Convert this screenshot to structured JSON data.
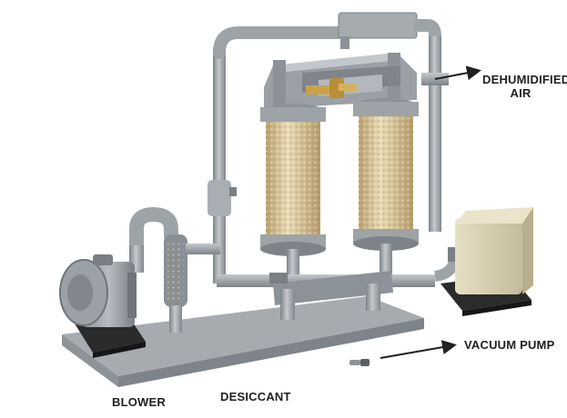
{
  "labels": {
    "dehumidified_line1": "DEHUMIDIFIED",
    "dehumidified_line2": "AIR",
    "vacuum_pump": "VACUUM PUMP",
    "blower": "BLOWER",
    "desiccant": "DESICCANT"
  },
  "colors": {
    "pipe": "#9ea3a8",
    "metal_dark": "#6f757b",
    "base_plate": "#a7abb0",
    "desiccant_fill": "#d8c49a",
    "pump_body": "#d9d1b4",
    "feet": "#2b2b2b",
    "valve_brass": "#c9a24a",
    "label_text": "#1f1f1f"
  }
}
